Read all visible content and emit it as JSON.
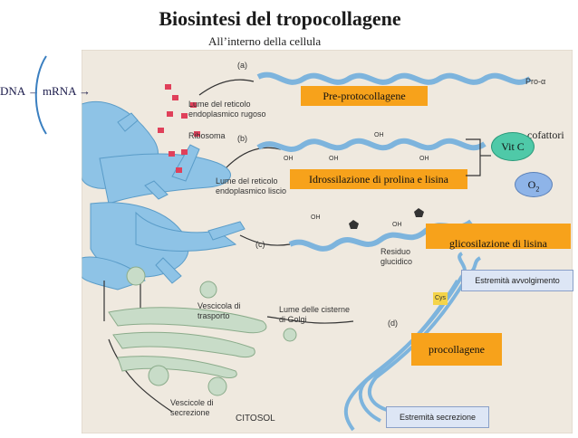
{
  "title": "Biosintesi del tropocollagene",
  "subtitle": "All’interno della cellula",
  "dna_label": "DNA → mRNA →",
  "steps": {
    "a": "(a)",
    "b": "(b)",
    "c": "(c)",
    "d": "(d)"
  },
  "labels": {
    "pre_protocollagene": "Pre-protocollagene",
    "idrossilazione": "Idrossilazione di prolina e lisina",
    "glicosilazione": "glicosilazione di lisina",
    "procollagene": "procollagene",
    "estremita_avvolgimento": "Estremità avvolgimento",
    "estremita_secrezione": "Estremità secrezione",
    "cofattori": "cofattori",
    "vit_c": "Vit C",
    "o2_main": "O",
    "o2_sub": "2"
  },
  "figure_labels": {
    "lume_rugoso": "Lume del reticolo endoplasmico rugoso",
    "ribosoma": "Ribosoma",
    "lume_liscio": "Lume del reticolo endoplasmico liscio",
    "vescicola_trasporto": "Vescicola di trasporto",
    "lume_golgi": "Lume delle cisterne di Golgi",
    "vescicole_secrezione": "Vescicole di secrezione",
    "citosol": "CITOSOL",
    "residuo_glucidico": "Residuo glucidico",
    "pro_alpha": "Pro-α",
    "cys": "Cys",
    "oh": "OH"
  },
  "colors": {
    "orange": "#f7a21b",
    "helix_blue": "#7db4dd",
    "vitc_green": "#4fc9a8",
    "o2_blue": "#8eb4e8",
    "figure_bg": "#efe9df",
    "er_blue": "#8ec3e6",
    "golgi_green": "#c8dcc8"
  }
}
